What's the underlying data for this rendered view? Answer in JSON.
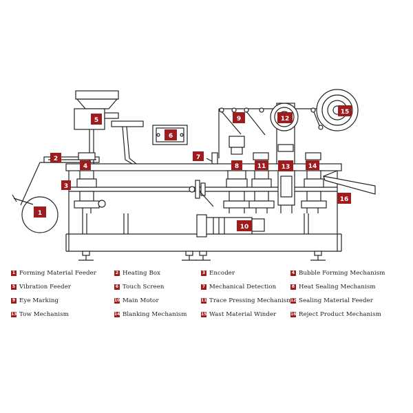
{
  "colors": {
    "badge": "#9e1b1e",
    "line": "#222222",
    "fill": "#ffffff"
  },
  "components": [
    {
      "num": "1",
      "label": "Forming Material Feeder"
    },
    {
      "num": "2",
      "label": "Heating Box"
    },
    {
      "num": "3",
      "label": "Encoder"
    },
    {
      "num": "4",
      "label": "Bubble Forming Mechanism"
    },
    {
      "num": "5",
      "label": "Vibration Feeder"
    },
    {
      "num": "6",
      "label": "Touch Screen"
    },
    {
      "num": "7",
      "label": "Mechanical Detection"
    },
    {
      "num": "8",
      "label": "Heat Sealing Mechanism"
    },
    {
      "num": "9",
      "label": "Eye Marking"
    },
    {
      "num": "10",
      "label": "Main Motor"
    },
    {
      "num": "11",
      "label": "Trace Pressing Mechanism"
    },
    {
      "num": "12",
      "label": "Sealing Material Feeder"
    },
    {
      "num": "13",
      "label": "Tow Mechanism"
    },
    {
      "num": "14",
      "label": "Blanking Mechanism"
    },
    {
      "num": "15",
      "label": "Wast Material Winder"
    },
    {
      "num": "16",
      "label": "Reject Product Mechanism"
    }
  ]
}
